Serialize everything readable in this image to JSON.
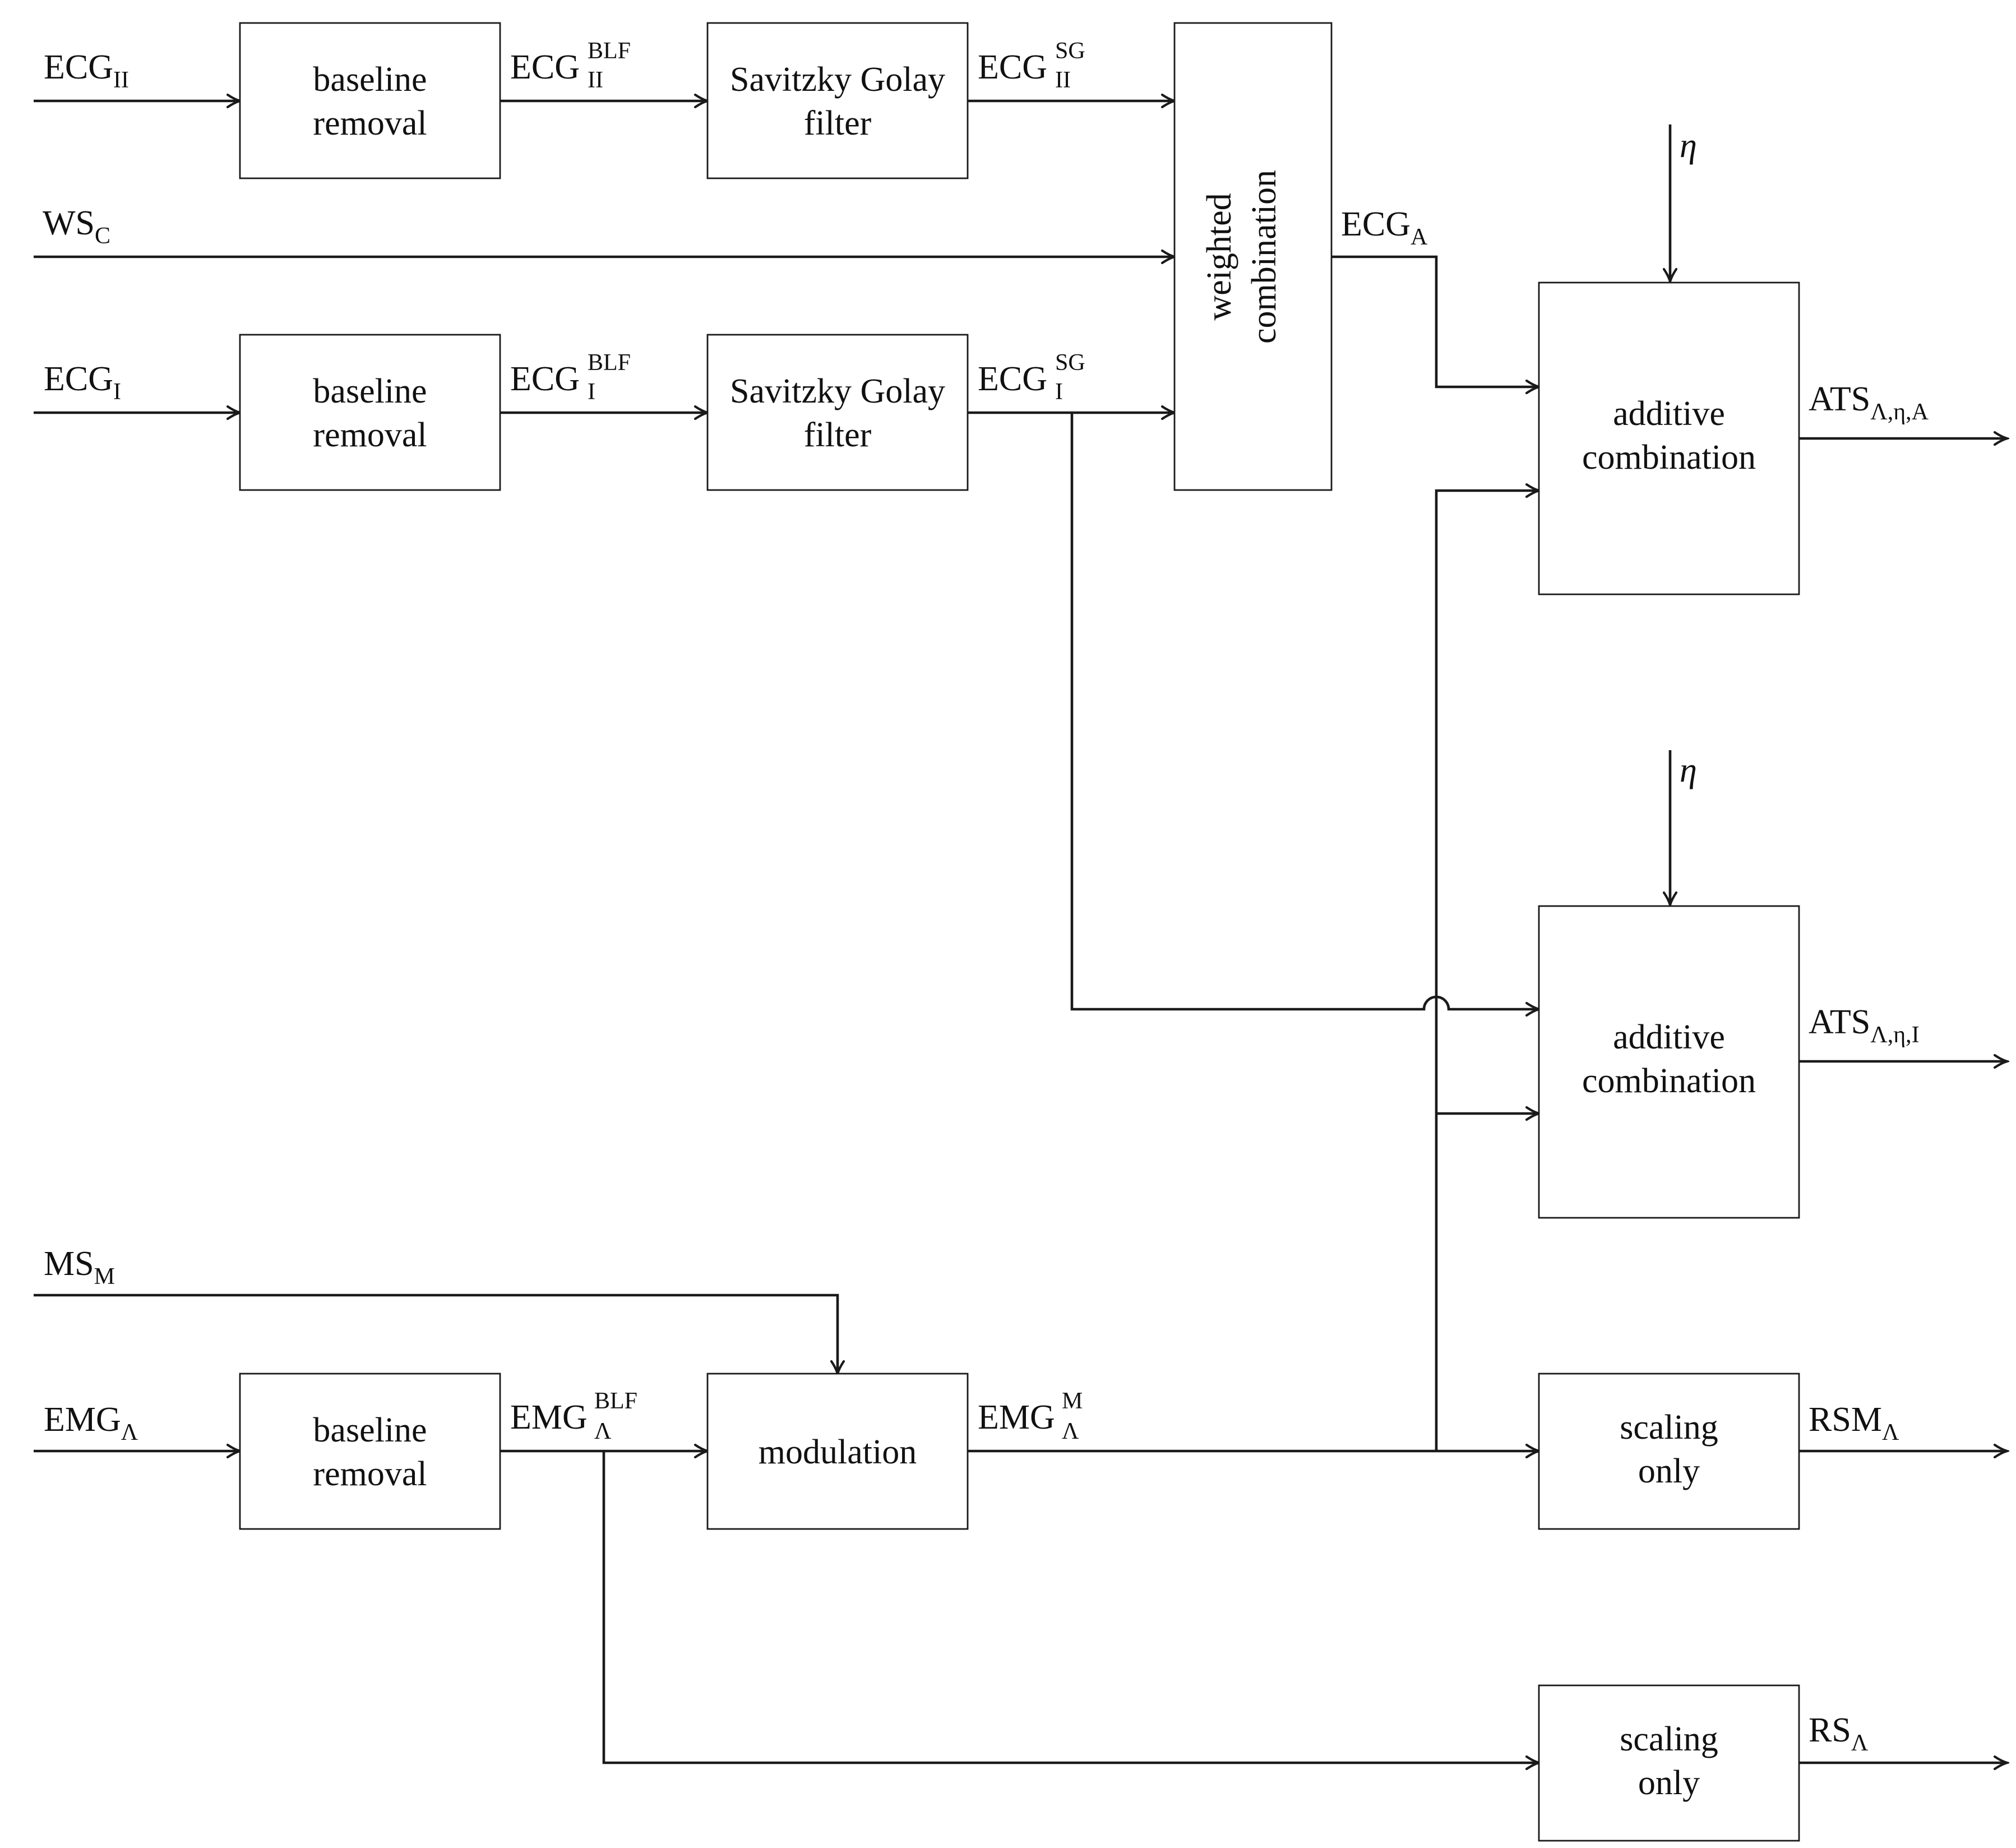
{
  "blocks": {
    "baseline_removal_ii": [
      "baseline",
      "removal"
    ],
    "savitzky_golay_ii": [
      "Savitzky Golay",
      "filter"
    ],
    "baseline_removal_i": [
      "baseline",
      "removal"
    ],
    "savitzky_golay_i": [
      "Savitzky Golay",
      "filter"
    ],
    "weighted_combination": [
      "weighted",
      "combination"
    ],
    "additive_combination_a": [
      "additive",
      "combination"
    ],
    "additive_combination_i": [
      "additive",
      "combination"
    ],
    "baseline_removal_emg": [
      "baseline",
      "removal"
    ],
    "modulation": [
      "modulation"
    ],
    "scaling_only_rsm": [
      "scaling",
      "only"
    ],
    "scaling_only_rs": [
      "scaling",
      "only"
    ]
  },
  "signals": {
    "ecg_ii": {
      "base": "ECG",
      "sub": "II"
    },
    "ecg_ii_blf": {
      "base": "ECG",
      "sub": "II",
      "sup": "BLF"
    },
    "ecg_ii_sg": {
      "base": "ECG",
      "sub": "II",
      "sup": "SG"
    },
    "ws_c": {
      "base": "WS",
      "sub": "C"
    },
    "ecg_i": {
      "base": "ECG",
      "sub": "I"
    },
    "ecg_i_blf": {
      "base": "ECG",
      "sub": "I",
      "sup": "BLF"
    },
    "ecg_i_sg": {
      "base": "ECG",
      "sub": "I",
      "sup": "SG"
    },
    "ecg_a": {
      "base": "ECG",
      "sub": "A"
    },
    "eta_top": {
      "base": "η"
    },
    "eta_mid": {
      "base": "η"
    },
    "ats_a": {
      "base": "ATS",
      "sub": "Λ,η,A"
    },
    "ats_i": {
      "base": "ATS",
      "sub": "Λ,η,I"
    },
    "ms_m": {
      "base": "MS",
      "sub": "M"
    },
    "emg": {
      "base": "EMG",
      "sub": "Λ"
    },
    "emg_blf": {
      "base": "EMG",
      "sub": "Λ",
      "sup": "BLF"
    },
    "emg_m": {
      "base": "EMG",
      "sub": "Λ",
      "sup": "M"
    },
    "rsm": {
      "base": "RSM",
      "sub": "Λ"
    },
    "rs": {
      "base": "RS",
      "sub": "Λ"
    }
  }
}
